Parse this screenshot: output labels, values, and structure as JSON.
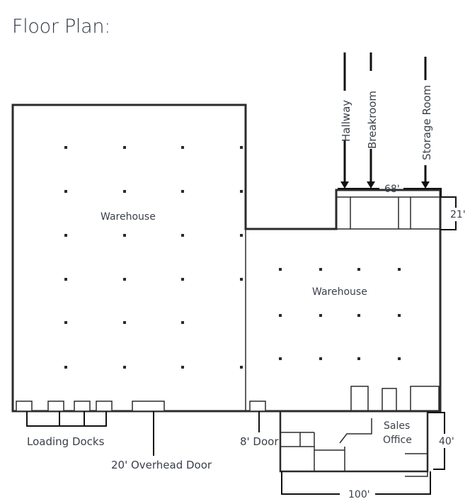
{
  "title": "Floor Plan:",
  "rooms": {
    "warehouse_left": "Warehouse",
    "warehouse_right": "Warehouse",
    "sales_office_line1": "Sales",
    "sales_office_line2": "Office"
  },
  "callouts": {
    "hallway": "Hallway",
    "breakroom": "Breakroom",
    "storage_room": "Storage Room",
    "loading_docks": "Loading Docks",
    "overhead_door": "20' Overhead Door",
    "door_8ft": "8' Door"
  },
  "dimensions": {
    "annex_width": "68'",
    "annex_depth": "21'",
    "office_width": "100'",
    "office_depth": "40'"
  },
  "colors": {
    "wall": "#2b2b2b",
    "text": "#3a3f48",
    "background": "#ffffff"
  }
}
